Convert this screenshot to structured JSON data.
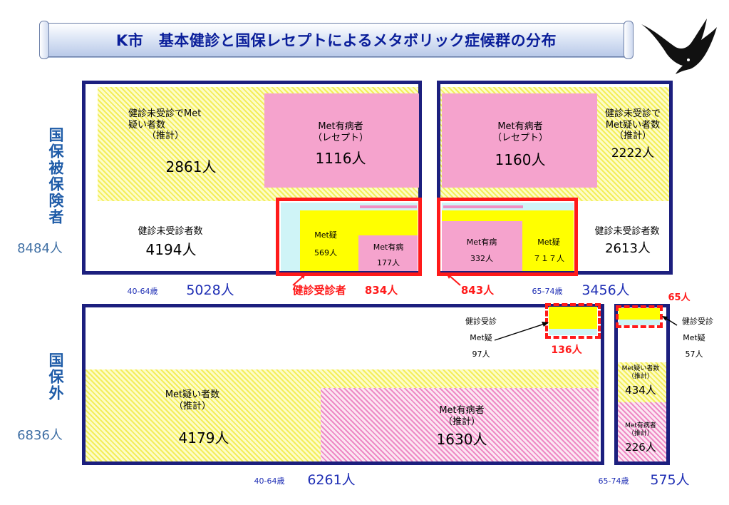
{
  "title": "K市　基本健診と国保レセプトによるメタボリック症候群の分布",
  "kokuho_label": "国保被保険者",
  "kokuho_total": "8484人",
  "kokuhogai_label": "国保外",
  "kokuhogai_total": "6836人",
  "top_left": {
    "unscreened_susp_l1": "健診未受診でMet",
    "unscreened_susp_l2": "疑い者数",
    "unscreened_susp_l3": "（推計）",
    "unscreened_susp_value": "2861人",
    "met_patient_l1": "Met有病者",
    "met_patient_l2": "（レセプト）",
    "met_patient_value": "1116人",
    "unscreened_label": "健診未受診者数",
    "unscreened_value": "4194人",
    "susp_label": "Met疑",
    "susp_value": "569人",
    "sick_label": "Met有病",
    "sick_value": "177人",
    "age": "40-64歳",
    "total": "5028人"
  },
  "screened_label": "健診受診者",
  "screened_left": "834人",
  "screened_right": "843人",
  "top_right": {
    "met_patient_l1": "Met有病者",
    "met_patient_l2": "（レセプト）",
    "met_patient_value": "1160人",
    "unscreened_susp_l1": "健診未受診で",
    "unscreened_susp_l2": "Met疑い者数",
    "unscreened_susp_l3": "（推計）",
    "unscreened_susp_value": "2222人",
    "sick_label": "Met有病",
    "sick_value": "332人",
    "susp_label": "Met疑",
    "susp_value": "７１７人",
    "unscreened_label": "健診未受診者数",
    "unscreened_value": "2613人",
    "age": "65-74歳",
    "total": "3456人"
  },
  "bottom_left": {
    "screened_l1": "健診受診",
    "screened_l2": "Met疑",
    "screened_value": "97人",
    "screened_box_value": "136人",
    "susp_l1": "Met疑い者数",
    "susp_l2": "（推計）",
    "susp_value": "4179人",
    "patient_l1": "Met有病者",
    "patient_l2": "（推計）",
    "patient_value": "1630人",
    "age": "40-64歳",
    "total": "6261人"
  },
  "bottom_right": {
    "screened_box_value": "65人",
    "screened_l1": "健診受診",
    "screened_l2": "Met疑",
    "screened_value": "57人",
    "susp_l1": "Met疑い者数",
    "susp_l2": "（推計）",
    "susp_value": "434人",
    "patient_l1": "Met有病者",
    "patient_l2": "（推計）",
    "patient_value": "226人",
    "age": "65-74歳",
    "total": "575人"
  },
  "colors": {
    "frame": "#1c1f7e",
    "red": "#ff1a1a",
    "pink": "#f5a3cd",
    "yellow": "#ffff00",
    "cyan": "#cff4f7",
    "title": "#0a1e9a"
  },
  "icons": [
    "eagle-silhouette-icon"
  ]
}
